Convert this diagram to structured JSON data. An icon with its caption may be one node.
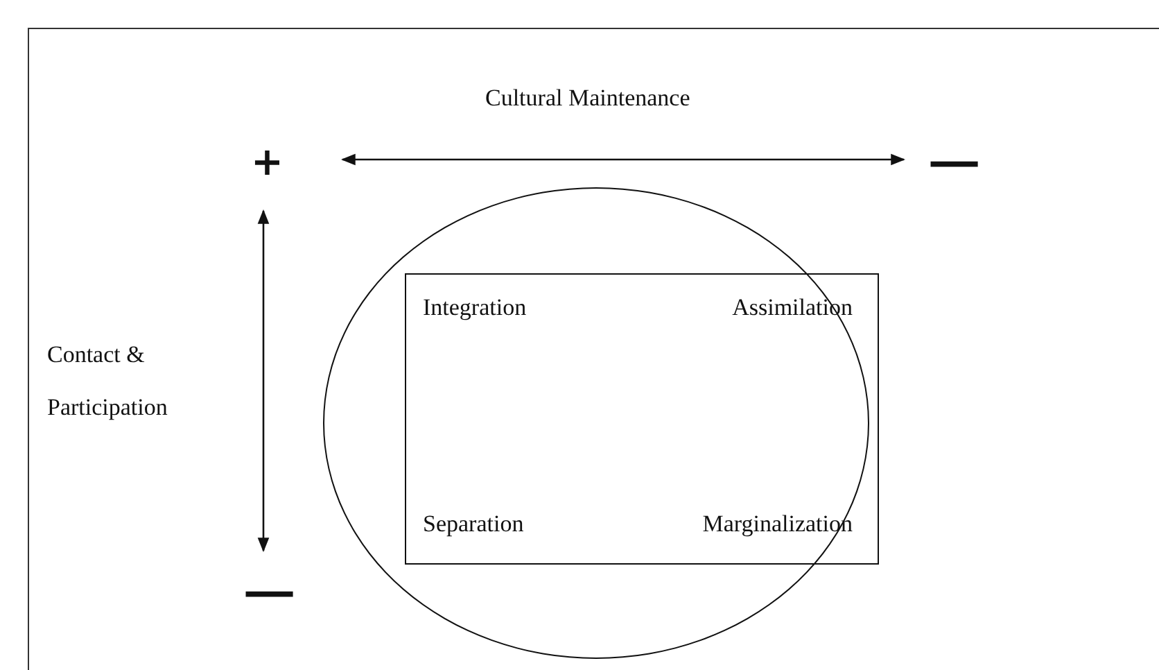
{
  "diagram": {
    "nodes": [
      {
        "text": [],
        "shape": "circle"
      },
      {
        "text": [
          "Integration",
          "Assimilation",
          "Separation",
          "Marginalization"
        ],
        "in": 0
      }
    ],
    "labels": [
      "Cultural Maintenance",
      "+",
      "−",
      "Contact & Participation",
      "−"
    ]
  }
}
